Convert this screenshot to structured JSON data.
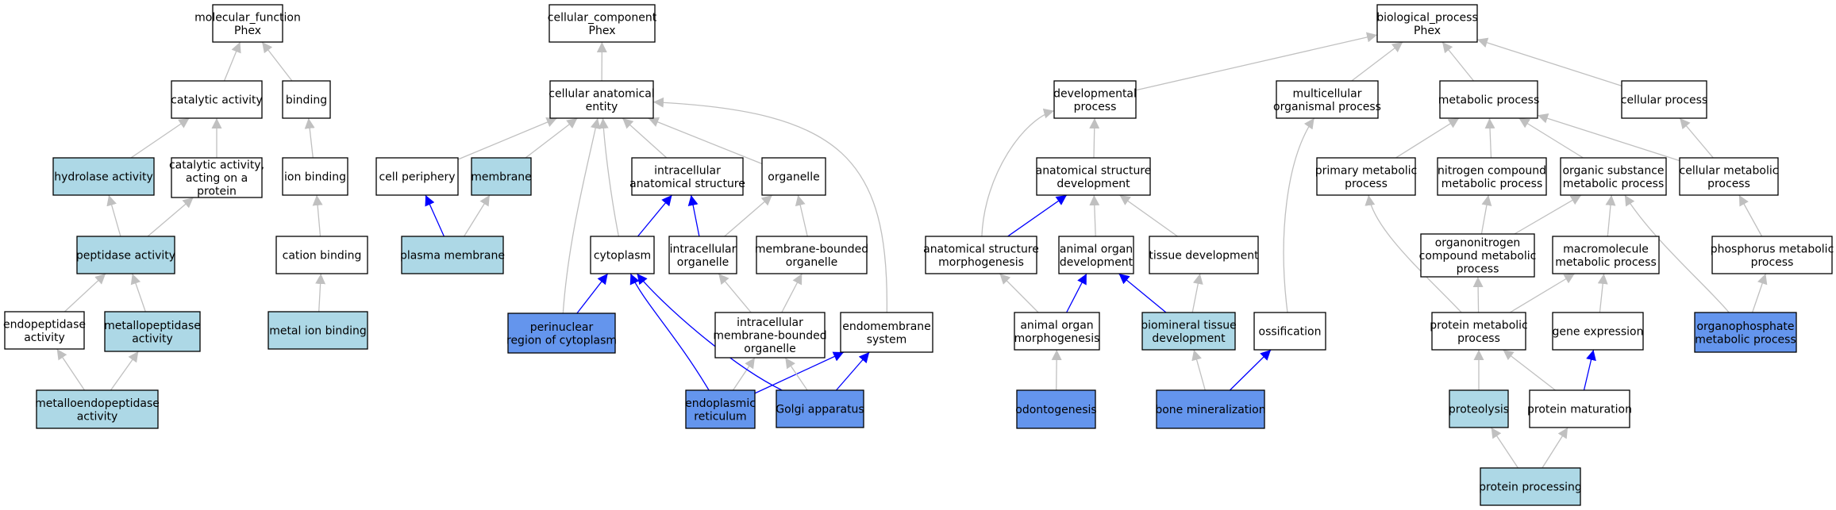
{
  "colors": {
    "plain": "#ffffff",
    "light": "#add8e6",
    "dark": "#6495ed",
    "edge_gray": "#c0c0c0",
    "edge_blue": "#0000ff"
  },
  "nodes": {
    "mf": {
      "lines": [
        "molecular_function",
        "Phex"
      ],
      "fill": "plain"
    },
    "cat": {
      "lines": [
        "catalytic activity"
      ],
      "fill": "plain"
    },
    "bind": {
      "lines": [
        "binding"
      ],
      "fill": "plain"
    },
    "hyd": {
      "lines": [
        "hydrolase activity"
      ],
      "fill": "light"
    },
    "catp": {
      "lines": [
        "catalytic activity,",
        "acting on a",
        "protein"
      ],
      "fill": "plain"
    },
    "ionb": {
      "lines": [
        "ion binding"
      ],
      "fill": "plain"
    },
    "pep": {
      "lines": [
        "peptidase activity"
      ],
      "fill": "light"
    },
    "catb": {
      "lines": [
        "cation binding"
      ],
      "fill": "plain"
    },
    "endo": {
      "lines": [
        "endopeptidase",
        "activity"
      ],
      "fill": "plain"
    },
    "metp": {
      "lines": [
        "metallopeptidase",
        "activity"
      ],
      "fill": "light"
    },
    "mib": {
      "lines": [
        "metal ion binding"
      ],
      "fill": "light"
    },
    "mep": {
      "lines": [
        "metalloendopeptidase",
        "activity"
      ],
      "fill": "light"
    },
    "cc": {
      "lines": [
        "cellular_component",
        "Phex"
      ],
      "fill": "plain"
    },
    "cae": {
      "lines": [
        "cellular anatomical",
        "entity"
      ],
      "fill": "plain"
    },
    "cper": {
      "lines": [
        "cell periphery"
      ],
      "fill": "plain"
    },
    "mem": {
      "lines": [
        "membrane"
      ],
      "fill": "light"
    },
    "ias": {
      "lines": [
        "intracellular",
        "anatomical structure"
      ],
      "fill": "plain"
    },
    "org": {
      "lines": [
        "organelle"
      ],
      "fill": "plain"
    },
    "pm": {
      "lines": [
        "plasma membrane"
      ],
      "fill": "light"
    },
    "cyto": {
      "lines": [
        "cytoplasm"
      ],
      "fill": "plain"
    },
    "io": {
      "lines": [
        "intracellular",
        "organelle"
      ],
      "fill": "plain"
    },
    "mbo": {
      "lines": [
        "membrane-bounded",
        "organelle"
      ],
      "fill": "plain"
    },
    "peri": {
      "lines": [
        "perinuclear",
        "region of cytoplasm"
      ],
      "fill": "dark"
    },
    "imbo": {
      "lines": [
        "intracellular",
        "membrane-bounded",
        "organelle"
      ],
      "fill": "plain"
    },
    "ems": {
      "lines": [
        "endomembrane",
        "system"
      ],
      "fill": "plain"
    },
    "er": {
      "lines": [
        "endoplasmic",
        "reticulum"
      ],
      "fill": "dark"
    },
    "golgi": {
      "lines": [
        "Golgi apparatus"
      ],
      "fill": "dark"
    },
    "bp": {
      "lines": [
        "biological_process",
        "Phex"
      ],
      "fill": "plain"
    },
    "devp": {
      "lines": [
        "developmental",
        "process"
      ],
      "fill": "plain"
    },
    "mcop": {
      "lines": [
        "multicellular",
        "organismal process"
      ],
      "fill": "plain"
    },
    "metab": {
      "lines": [
        "metabolic process"
      ],
      "fill": "plain"
    },
    "cellp": {
      "lines": [
        "cellular process"
      ],
      "fill": "plain"
    },
    "asd": {
      "lines": [
        "anatomical structure",
        "development"
      ],
      "fill": "plain"
    },
    "pmp": {
      "lines": [
        "primary metabolic",
        "process"
      ],
      "fill": "plain"
    },
    "ncmp": {
      "lines": [
        "nitrogen compound",
        "metabolic process"
      ],
      "fill": "plain"
    },
    "osmp": {
      "lines": [
        "organic substance",
        "metabolic process"
      ],
      "fill": "plain"
    },
    "cmp": {
      "lines": [
        "cellular metabolic",
        "process"
      ],
      "fill": "plain"
    },
    "asm": {
      "lines": [
        "anatomical structure",
        "morphogenesis"
      ],
      "fill": "plain"
    },
    "aod": {
      "lines": [
        "animal organ",
        "development"
      ],
      "fill": "plain"
    },
    "td": {
      "lines": [
        "tissue development"
      ],
      "fill": "plain"
    },
    "oncmp": {
      "lines": [
        "organonitrogen",
        "compound metabolic",
        "process"
      ],
      "fill": "plain"
    },
    "mmp": {
      "lines": [
        "macromolecule",
        "metabolic process"
      ],
      "fill": "plain"
    },
    "phmp": {
      "lines": [
        "phosphorus metabolic",
        "process"
      ],
      "fill": "plain"
    },
    "aom": {
      "lines": [
        "animal organ",
        "morphogenesis"
      ],
      "fill": "plain"
    },
    "btd": {
      "lines": [
        "biomineral tissue",
        "development"
      ],
      "fill": "light"
    },
    "oss": {
      "lines": [
        "ossification"
      ],
      "fill": "plain"
    },
    "prmp": {
      "lines": [
        "protein metabolic",
        "process"
      ],
      "fill": "plain"
    },
    "gex": {
      "lines": [
        "gene expression"
      ],
      "fill": "plain"
    },
    "opmp": {
      "lines": [
        "organophosphate",
        "metabolic process"
      ],
      "fill": "dark"
    },
    "odont": {
      "lines": [
        "odontogenesis"
      ],
      "fill": "dark"
    },
    "bmin": {
      "lines": [
        "bone mineralization"
      ],
      "fill": "dark"
    },
    "prot": {
      "lines": [
        "proteolysis"
      ],
      "fill": "light"
    },
    "pmat": {
      "lines": [
        "protein maturation"
      ],
      "fill": "plain"
    },
    "pproc": {
      "lines": [
        "protein processing"
      ],
      "fill": "light"
    }
  },
  "edges": [
    {
      "from": "cat",
      "to": "mf",
      "color": "gray"
    },
    {
      "from": "bind",
      "to": "mf",
      "color": "gray"
    },
    {
      "from": "hyd",
      "to": "cat",
      "color": "gray"
    },
    {
      "from": "catp",
      "to": "cat",
      "color": "gray"
    },
    {
      "from": "ionb",
      "to": "bind",
      "color": "gray"
    },
    {
      "from": "pep",
      "to": "hyd",
      "color": "gray"
    },
    {
      "from": "pep",
      "to": "catp",
      "color": "gray"
    },
    {
      "from": "catb",
      "to": "ionb",
      "color": "gray"
    },
    {
      "from": "endo",
      "to": "pep",
      "color": "gray"
    },
    {
      "from": "metp",
      "to": "pep",
      "color": "gray"
    },
    {
      "from": "mib",
      "to": "catb",
      "color": "gray"
    },
    {
      "from": "mep",
      "to": "endo",
      "color": "gray"
    },
    {
      "from": "mep",
      "to": "metp",
      "color": "gray"
    },
    {
      "from": "cae",
      "to": "cc",
      "color": "gray"
    },
    {
      "from": "cper",
      "to": "cae",
      "color": "gray"
    },
    {
      "from": "mem",
      "to": "cae",
      "color": "gray"
    },
    {
      "from": "ias",
      "to": "cae",
      "color": "gray"
    },
    {
      "from": "org",
      "to": "cae",
      "color": "gray"
    },
    {
      "from": "pm",
      "to": "cper",
      "color": "blue"
    },
    {
      "from": "pm",
      "to": "mem",
      "color": "gray"
    },
    {
      "from": "cyto",
      "to": "cae",
      "color": "gray"
    },
    {
      "from": "cyto",
      "to": "ias",
      "color": "blue"
    },
    {
      "from": "io",
      "to": "ias",
      "color": "blue"
    },
    {
      "from": "io",
      "to": "org",
      "color": "gray"
    },
    {
      "from": "mbo",
      "to": "org",
      "color": "gray"
    },
    {
      "from": "peri",
      "to": "cae",
      "color": "gray"
    },
    {
      "from": "peri",
      "to": "cyto",
      "color": "blue"
    },
    {
      "from": "imbo",
      "to": "io",
      "color": "gray"
    },
    {
      "from": "imbo",
      "to": "mbo",
      "color": "gray"
    },
    {
      "from": "ems",
      "to": "cae",
      "color": "gray"
    },
    {
      "from": "er",
      "to": "cyto",
      "color": "blue"
    },
    {
      "from": "er",
      "to": "imbo",
      "color": "gray"
    },
    {
      "from": "er",
      "to": "ems",
      "color": "blue"
    },
    {
      "from": "golgi",
      "to": "cyto",
      "color": "blue"
    },
    {
      "from": "golgi",
      "to": "imbo",
      "color": "gray"
    },
    {
      "from": "golgi",
      "to": "ems",
      "color": "blue"
    },
    {
      "from": "devp",
      "to": "bp",
      "color": "gray"
    },
    {
      "from": "mcop",
      "to": "bp",
      "color": "gray"
    },
    {
      "from": "metab",
      "to": "bp",
      "color": "gray"
    },
    {
      "from": "cellp",
      "to": "bp",
      "color": "gray"
    },
    {
      "from": "asd",
      "to": "devp",
      "color": "gray"
    },
    {
      "from": "pmp",
      "to": "metab",
      "color": "gray"
    },
    {
      "from": "ncmp",
      "to": "metab",
      "color": "gray"
    },
    {
      "from": "osmp",
      "to": "metab",
      "color": "gray"
    },
    {
      "from": "cmp",
      "to": "metab",
      "color": "gray"
    },
    {
      "from": "cmp",
      "to": "cellp",
      "color": "gray"
    },
    {
      "from": "asm",
      "to": "devp",
      "color": "gray"
    },
    {
      "from": "asm",
      "to": "asd",
      "color": "blue"
    },
    {
      "from": "aod",
      "to": "asd",
      "color": "gray"
    },
    {
      "from": "td",
      "to": "asd",
      "color": "gray"
    },
    {
      "from": "oncmp",
      "to": "ncmp",
      "color": "gray"
    },
    {
      "from": "oncmp",
      "to": "osmp",
      "color": "gray"
    },
    {
      "from": "mmp",
      "to": "osmp",
      "color": "gray"
    },
    {
      "from": "phmp",
      "to": "cmp",
      "color": "gray"
    },
    {
      "from": "aom",
      "to": "asm",
      "color": "gray"
    },
    {
      "from": "aom",
      "to": "aod",
      "color": "blue"
    },
    {
      "from": "btd",
      "to": "aod",
      "color": "blue"
    },
    {
      "from": "btd",
      "to": "td",
      "color": "gray"
    },
    {
      "from": "oss",
      "to": "mcop",
      "color": "gray"
    },
    {
      "from": "prmp",
      "to": "pmp",
      "color": "gray"
    },
    {
      "from": "prmp",
      "to": "oncmp",
      "color": "gray"
    },
    {
      "from": "prmp",
      "to": "mmp",
      "color": "gray"
    },
    {
      "from": "gex",
      "to": "mmp",
      "color": "gray"
    },
    {
      "from": "opmp",
      "to": "osmp",
      "color": "gray"
    },
    {
      "from": "opmp",
      "to": "phmp",
      "color": "gray"
    },
    {
      "from": "odont",
      "to": "aom",
      "color": "gray"
    },
    {
      "from": "bmin",
      "to": "btd",
      "color": "gray"
    },
    {
      "from": "bmin",
      "to": "oss",
      "color": "blue"
    },
    {
      "from": "prot",
      "to": "prmp",
      "color": "gray"
    },
    {
      "from": "pmat",
      "to": "prmp",
      "color": "gray"
    },
    {
      "from": "pmat",
      "to": "gex",
      "color": "blue"
    },
    {
      "from": "pproc",
      "to": "prot",
      "color": "gray"
    },
    {
      "from": "pproc",
      "to": "pmat",
      "color": "gray"
    }
  ]
}
